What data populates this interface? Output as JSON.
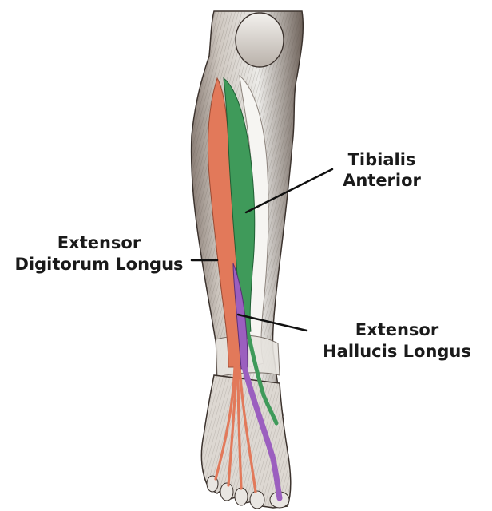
{
  "labels": {
    "tibialis_anterior": {
      "line1": "Tibialis",
      "line2": "Anterior"
    },
    "extensor_digitorum_longus": {
      "line1": "Extensor",
      "line2": "Digitorum Longus"
    },
    "extensor_hallucis_longus": {
      "line1": "Extensor",
      "line2": "Hallucis Longus"
    }
  },
  "colors": {
    "tibialis_anterior": "#3f9a5a",
    "extensor_digitorum_longus": "#e2795a",
    "extensor_hallucis_longus": "#9b5fbf",
    "bone_and_tissue": "#d8d4cf",
    "leader_line": "#111111"
  }
}
